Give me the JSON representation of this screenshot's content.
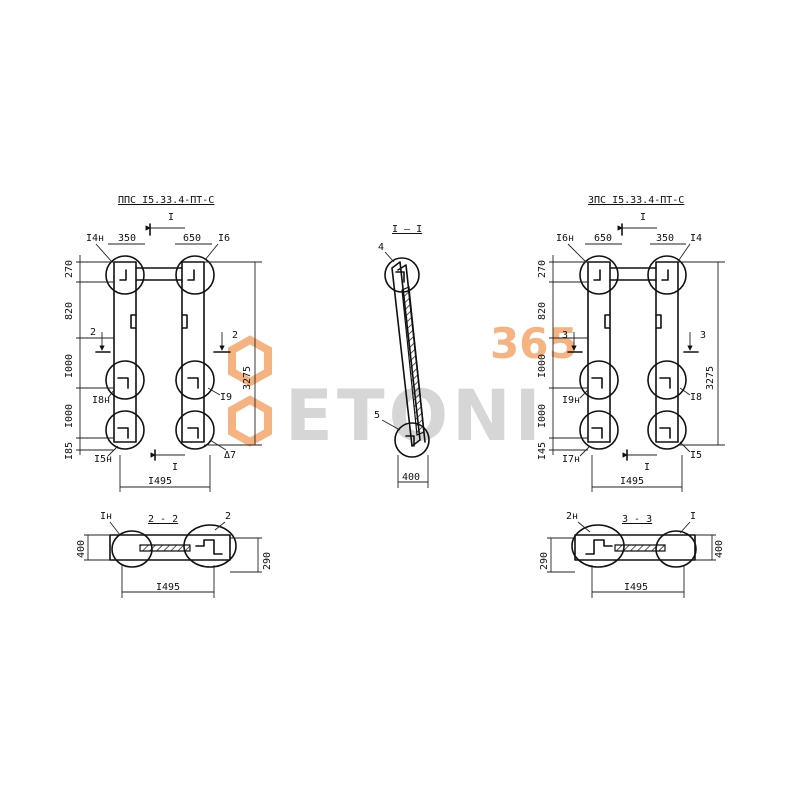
{
  "left_panel": {
    "title": "ППС I5.33.4-ПТ-С",
    "section_mark": "I",
    "dims": {
      "d350": "350",
      "d650": "650",
      "h270": "270",
      "h820": "820",
      "h1000a": "I000",
      "h1000b": "I000",
      "h185": "I85",
      "total_h": "3275",
      "width": "I495"
    },
    "callouts": {
      "c14n": "I4н",
      "c16": "I6",
      "c18n": "I8н",
      "c19": "I9",
      "c15n": "I5н",
      "c17": "Δ7"
    },
    "cut_mark": "2"
  },
  "section_1_1": {
    "title": "I – I",
    "item_4": "4",
    "item_5": "5",
    "width": "400"
  },
  "right_panel": {
    "title": "ЗПС I5.33.4-ПТ-С",
    "section_mark": "I",
    "dims": {
      "d650": "650",
      "d350": "350",
      "h270": "270",
      "h820": "820",
      "h1000a": "I000",
      "h1000b": "I000",
      "h145": "I45",
      "total_h": "3275",
      "width": "I495"
    },
    "callouts": {
      "c16n": "I6н",
      "c14": "I4",
      "c19n": "I9н",
      "c18": "I8",
      "c17n": "I7н",
      "c15": "I5"
    },
    "cut_mark": "3"
  },
  "section_2_2": {
    "title": "2 - 2",
    "callout_left": "Iн",
    "callout_right": "2",
    "h400": "400",
    "h290": "290",
    "width": "I495"
  },
  "section_3_3": {
    "title": "3 - 3",
    "callout_left": "2н",
    "callout_right": "I",
    "h290": "290",
    "h400": "400",
    "width": "I495"
  },
  "watermark": {
    "number": "365",
    "text": "ETONI"
  }
}
